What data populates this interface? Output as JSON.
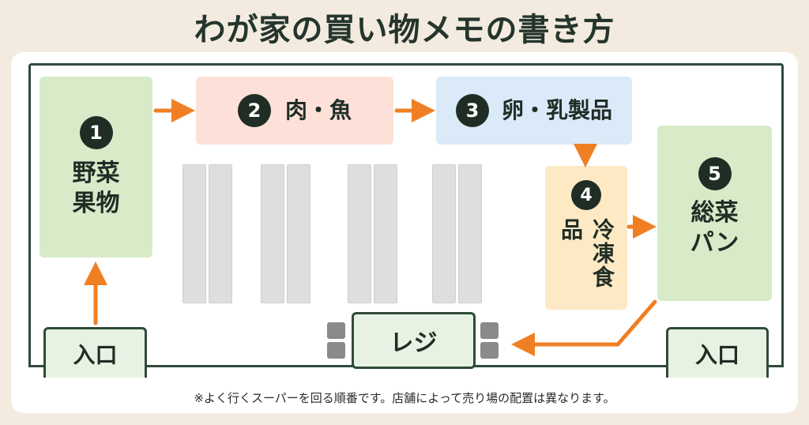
{
  "title": "わが家の買い物メモの書き方",
  "zones": [
    {
      "num": "1",
      "label": "野菜\n果物",
      "color": "#d7ebc9"
    },
    {
      "num": "2",
      "label": "肉・魚",
      "color": "#fde1d8"
    },
    {
      "num": "3",
      "label": "卵・乳製品",
      "color": "#dbeaf9"
    },
    {
      "num": "4",
      "label": "冷凍食品",
      "color": "#fde9c3"
    },
    {
      "num": "5",
      "label": "総菜\nパン",
      "color": "#d7ebc9"
    }
  ],
  "entrances": [
    "入口",
    "入口"
  ],
  "register": "レジ",
  "arrow_color": "#f07f24",
  "note": "※よく行くスーパーを回る順番です。店舗によって売り場の配置は異なります。"
}
